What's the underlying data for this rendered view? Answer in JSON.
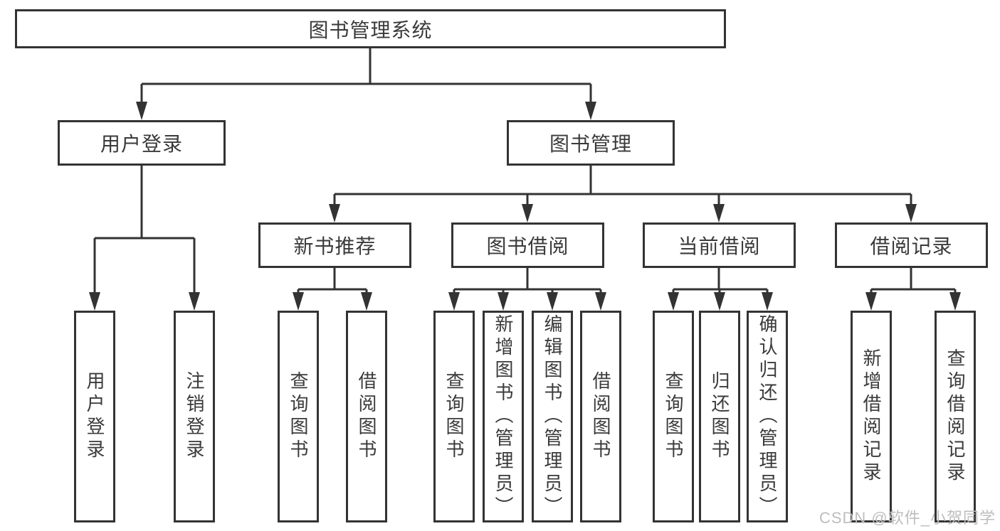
{
  "diagram": {
    "root": {
      "label": "图书管理系统"
    },
    "branches": [
      {
        "label": "用户登录",
        "children": [
          "用户登录",
          "注销登录"
        ]
      },
      {
        "label": "图书管理",
        "groups": [
          {
            "label": "新书推荐",
            "children": [
              "查询图书",
              "借阅图书"
            ]
          },
          {
            "label": "图书借阅",
            "children": [
              "查询图书",
              "新增图书（管理员）",
              "编辑图书（管理员）",
              "借阅图书"
            ]
          },
          {
            "label": "当前借阅",
            "children": [
              "查询图书",
              "归还图书",
              "确认归还（管理员）"
            ]
          },
          {
            "label": "借阅记录",
            "children": [
              "新增借阅记录",
              "查询借阅记录"
            ]
          }
        ]
      }
    ]
  },
  "watermark": {
    "text": "CSDN @软件_小贺同学"
  },
  "colors": {
    "line": "#333333",
    "box_border": "#333333",
    "text": "#3a3a3a",
    "watermark": "#bdbdbd",
    "background": "#ffffff"
  }
}
